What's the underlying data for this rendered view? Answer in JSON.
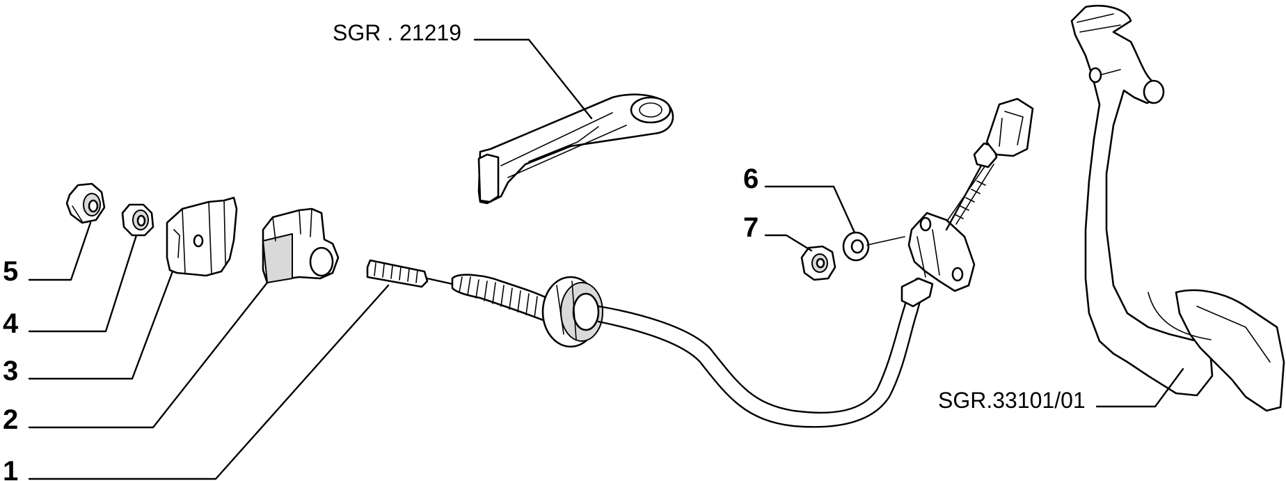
{
  "callouts": [
    {
      "id": "5",
      "label": "5"
    },
    {
      "id": "4",
      "label": "4"
    },
    {
      "id": "3",
      "label": "3"
    },
    {
      "id": "2",
      "label": "2"
    },
    {
      "id": "1",
      "label": "1"
    },
    {
      "id": "6",
      "label": "6"
    },
    {
      "id": "7",
      "label": "7"
    }
  ],
  "references": {
    "lever": "SGR . 21219",
    "pedal": "SGR.33101/01"
  }
}
